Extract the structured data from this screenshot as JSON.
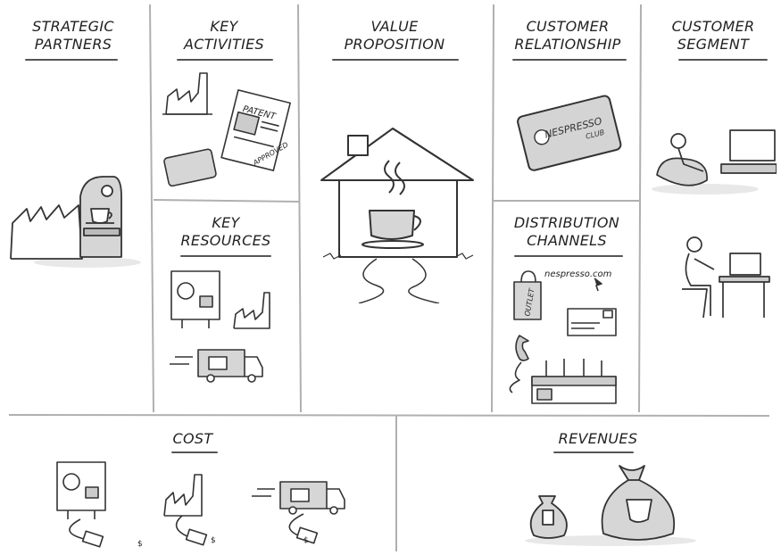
{
  "blocks": {
    "strategic_partners": "STRATEGIC\nPARTNERS",
    "key_activities": "KEY\nACTIVITIES",
    "value_proposition": "VALUE\nPROPOSITION",
    "customer_relationship": "CUSTOMER\nRELATIONSHIP",
    "customer_segment": "CUSTOMER\nSEGMENT",
    "key_resources": "KEY\nRESOURCES",
    "distribution_channels": "DISTRIBUTION\nCHANNELS",
    "cost": "COST",
    "revenues": "REVENUES"
  },
  "sketch_text": {
    "patent": "PATENT",
    "approved": "APPROVED",
    "nespresso": "NESPRESSO",
    "club": "CLUB",
    "outlet": "OUTLET",
    "web": "nespresso.com",
    "price": "$"
  },
  "colors": {
    "line": "#333333",
    "grid": "#aaaaaa",
    "shadow": "#e6e6e6",
    "fill": "#d9d9d9"
  }
}
